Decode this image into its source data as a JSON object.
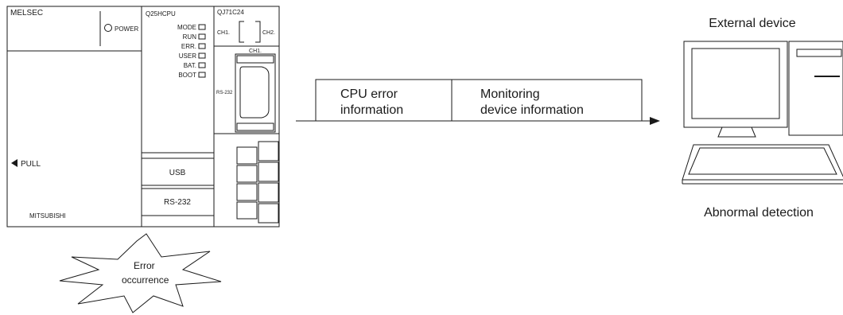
{
  "plc": {
    "base_label": "MELSEC",
    "power_label": "POWER",
    "pull_label": "PULL",
    "brand_label": "MITSUBISHI",
    "cpu_model": "Q25HCPU",
    "led_labels": [
      "MODE",
      "RUN",
      "ERR.",
      "USER",
      "BAT.",
      "BOOT"
    ],
    "usb_label": "USB",
    "rs232_label": "RS-232",
    "module_model": "QJ71C24",
    "ch1_label": "CH1.",
    "ch2_label": "CH2.",
    "ch1_port_label": "CH1.",
    "module_rs232_label": "RS-232"
  },
  "error_burst": {
    "line1": "Error",
    "line2": "occurrence"
  },
  "message": {
    "field1_line1": "CPU error",
    "field1_line2": "information",
    "field2_line1": "Monitoring",
    "field2_line2": "device information"
  },
  "external": {
    "title": "External device",
    "caption": "Abnormal detection"
  }
}
